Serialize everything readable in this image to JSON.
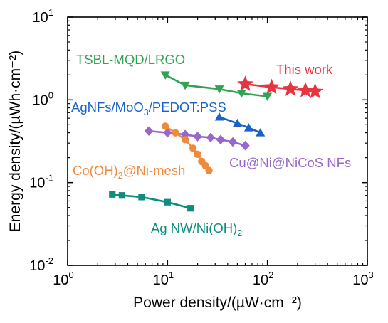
{
  "chart_data": {
    "type": "scatter",
    "title": "",
    "xlabel": "Power density/(µW·cm⁻²)",
    "ylabel": "Energy density/(µWh·cm⁻²)",
    "x_scale": "log",
    "y_scale": "log",
    "xlim": [
      1,
      1000
    ],
    "ylim": [
      0.01,
      10
    ],
    "x_ticks": [
      {
        "value": 1,
        "base": "10",
        "exp": "0"
      },
      {
        "value": 10,
        "base": "10",
        "exp": "1"
      },
      {
        "value": 100,
        "base": "10",
        "exp": "2"
      },
      {
        "value": 1000,
        "base": "10",
        "exp": "3"
      }
    ],
    "y_ticks": [
      {
        "value": 0.01,
        "base": "10",
        "exp": "-2"
      },
      {
        "value": 0.1,
        "base": "10",
        "exp": "-1"
      },
      {
        "value": 1,
        "base": "10",
        "exp": "0"
      },
      {
        "value": 10,
        "base": "10",
        "exp": "1"
      }
    ],
    "grid": false,
    "series": [
      {
        "name": "This work",
        "color": "#E8343F",
        "marker": "star",
        "x": [
          60,
          110,
          170,
          240,
          300
        ],
        "y": [
          1.55,
          1.42,
          1.35,
          1.3,
          1.26
        ]
      },
      {
        "name": "TSBL-MQD/LRGO",
        "color": "#31A354",
        "marker": "triangle-down",
        "x": [
          9.5,
          15,
          33,
          55,
          100
        ],
        "y": [
          2.0,
          1.5,
          1.35,
          1.2,
          1.1
        ]
      },
      {
        "name": "AgNFs/MoO3/PEDOT:PSS",
        "color": "#1A62C7",
        "marker": "triangle-up",
        "x": [
          33,
          50,
          65,
          85
        ],
        "y": [
          0.62,
          0.52,
          0.46,
          0.4
        ]
      },
      {
        "name": "Cu@Ni@NiCoS NFs",
        "color": "#9966CC",
        "marker": "diamond",
        "x": [
          6.5,
          10,
          15,
          20,
          27,
          34,
          45,
          60
        ],
        "y": [
          0.42,
          0.4,
          0.38,
          0.36,
          0.35,
          0.33,
          0.31,
          0.28
        ]
      },
      {
        "name": "Co(OH)2@Ni-mesh",
        "color": "#EF8A3B",
        "marker": "circle",
        "x": [
          9.5,
          12,
          15,
          18,
          20,
          22,
          24,
          26
        ],
        "y": [
          0.48,
          0.4,
          0.33,
          0.26,
          0.22,
          0.18,
          0.16,
          0.14
        ]
      },
      {
        "name": "Ag NW/Ni(OH)2",
        "color": "#0E8C80",
        "marker": "square",
        "x": [
          2.8,
          3.5,
          5.5,
          10,
          17
        ],
        "y": [
          0.072,
          0.07,
          0.067,
          0.058,
          0.049
        ]
      }
    ],
    "annotations": [
      {
        "series": 0,
        "parts": [
          "This work"
        ]
      },
      {
        "series": 1,
        "parts": [
          "TSBL-MQD/LRGO"
        ]
      },
      {
        "series": 2,
        "parts": [
          "AgNFs/MoO",
          {
            "sub": "3"
          },
          "/PEDOT:PSS"
        ]
      },
      {
        "series": 3,
        "parts": [
          "Cu@Ni@NiCoS NFs"
        ]
      },
      {
        "series": 4,
        "parts": [
          "Co(OH)",
          {
            "sub": "2"
          },
          "@Ni-mesh"
        ]
      },
      {
        "series": 5,
        "parts": [
          "Ag NW/Ni(OH)",
          {
            "sub": "2"
          }
        ]
      }
    ]
  }
}
